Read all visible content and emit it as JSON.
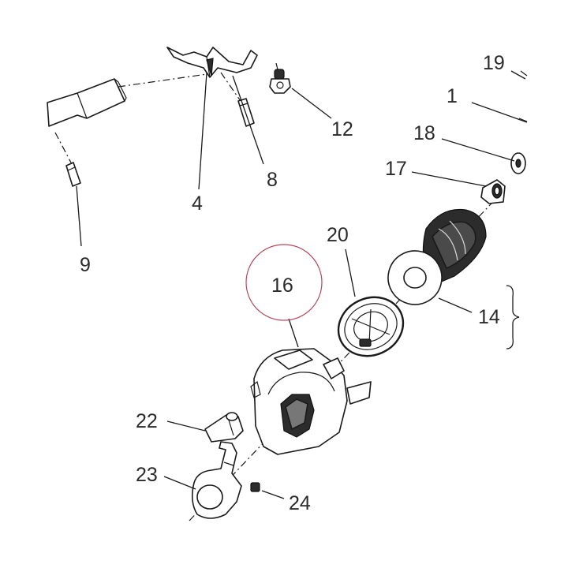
{
  "diagram": {
    "callouts": {
      "c19": "19",
      "c1": "1",
      "c18": "18",
      "c17": "17",
      "c12": "12",
      "c8": "8",
      "c4": "4",
      "c9": "9",
      "c20": "20",
      "c16": "16",
      "c14": "14",
      "c22": "22",
      "c23": "23",
      "c24": "24"
    },
    "highlight_color": "#b5485e"
  }
}
